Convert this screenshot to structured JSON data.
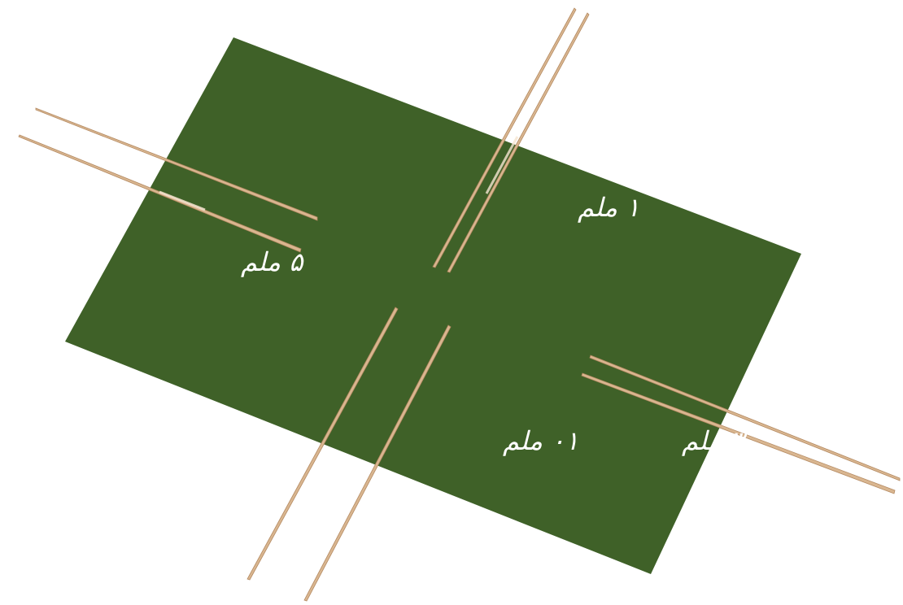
{
  "image": {
    "board_color": "#3f6128",
    "pick_color": "#dbb894",
    "pick_highlight": "#f6e6d2",
    "ink_color": "#ffffff"
  },
  "labels": {
    "top": "۱ ملم",
    "left": "۵ ملم",
    "bottom": "۱۰ ملم",
    "right": "۳ ملم"
  }
}
